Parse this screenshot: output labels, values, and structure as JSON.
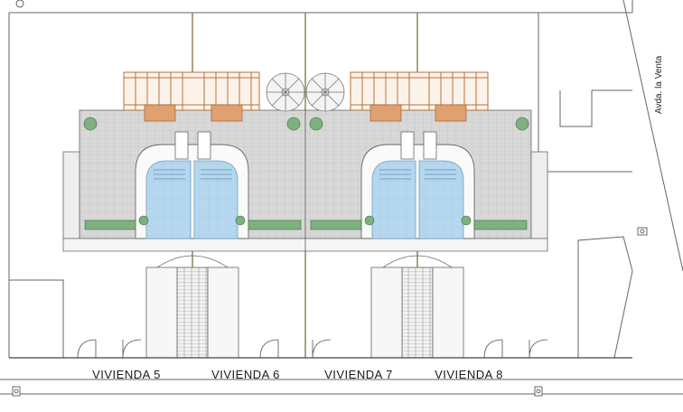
{
  "units": [
    {
      "label": "VIVIENDA 5"
    },
    {
      "label": "VIVIENDA 6"
    },
    {
      "label": "VIVIENDA 7"
    },
    {
      "label": "VIVIENDA 8"
    }
  ],
  "street": {
    "label": "Avda. la Venta"
  },
  "colors": {
    "terrace": "#d6d6d6",
    "pool": "#b4d6ee",
    "pergola": "#b8703a",
    "table": "#e0a070",
    "plants": "#4f8a4f",
    "lines": "#555555"
  }
}
